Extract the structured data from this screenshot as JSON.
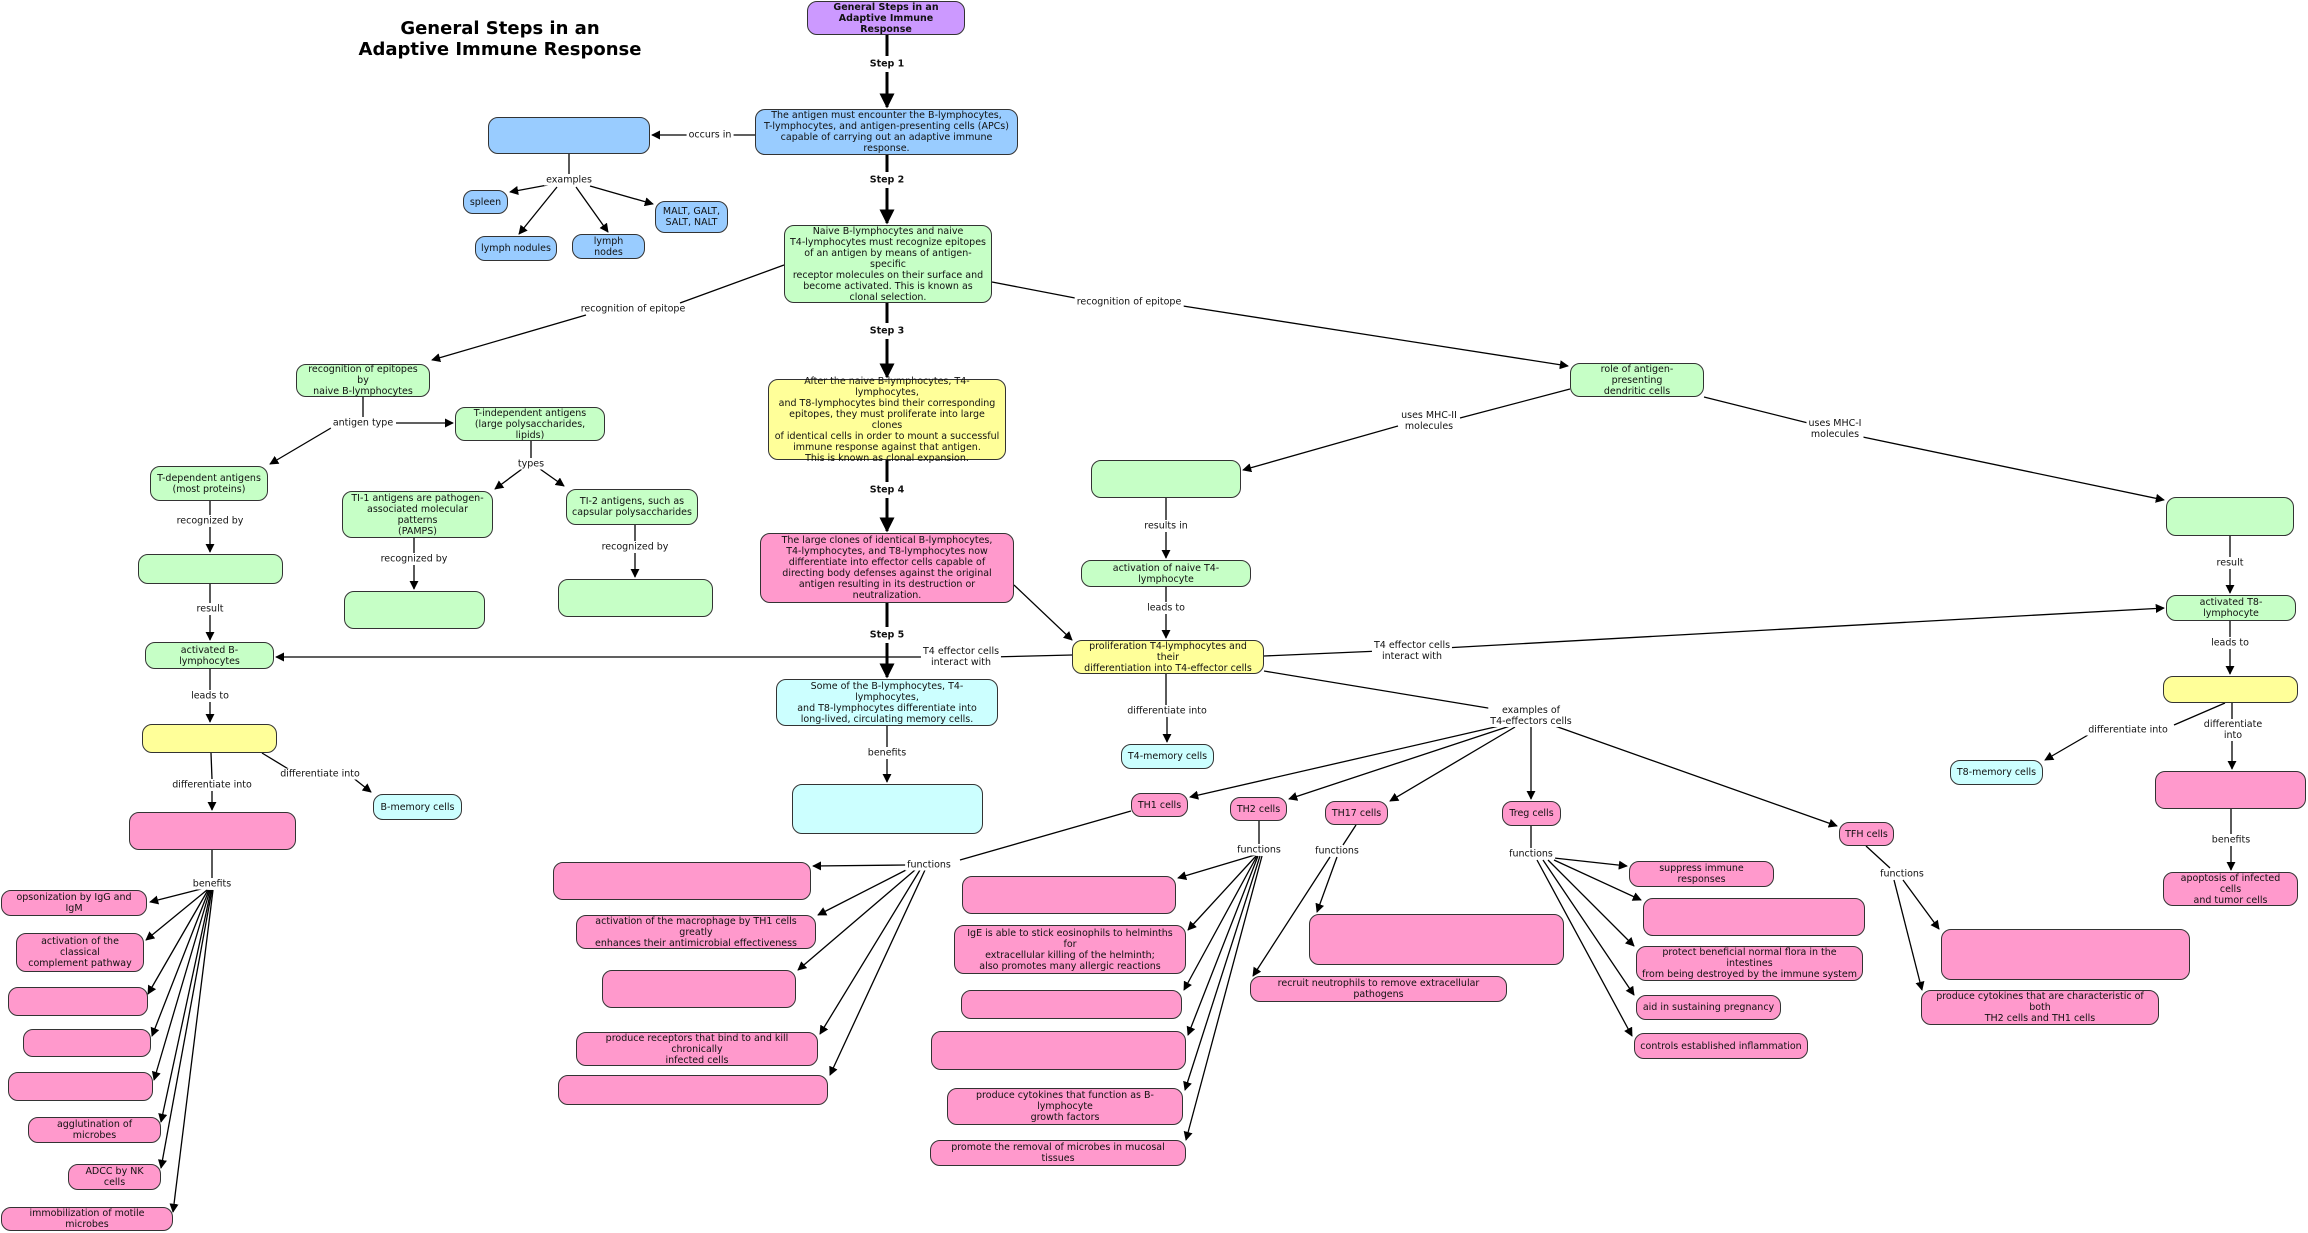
{
  "title": "General Steps in an\nAdaptive Immune Response",
  "colors": {
    "purple": "#cc99ff",
    "blue": "#99ccff",
    "green": "#c6ffc6",
    "yellow": "#ffff99",
    "pink": "#ff99cc",
    "cyan": "#ccffff",
    "line": "#000000"
  },
  "nodes": {
    "root": "General Steps in an\nAdaptive Immune Response",
    "s1": "The antigen must encounter the B-lymphocytes,\nT-lymphocytes, and antigen-presenting cells (APCs)\ncapable of carrying out an adaptive immune response.",
    "loc_blank": "",
    "spleen": "spleen",
    "lymph_nodules": "lymph nodules",
    "lymph_nodes": "lymph nodes",
    "malt": "MALT, GALT,\nSALT, NALT",
    "s2": "Naive B-lymphocytes and naive\nT4-lymphocytes must recognize epitopes\nof an antigen by means of antigen-specific\nreceptor molecules on their surface and\nbecome activated. This is known as\nclonal selection.",
    "s3": "After the naive B-lymphocytes, T4-lymphocytes,\nand T8-lymphocytes bind their corresponding\nepitopes, they must proliferate into large clones\nof identical cells in order to mount a successful\nimmune response against that antigen.\nThis is known as clonal expansion.",
    "s4": "The large clones of identical B-lymphocytes,\nT4-lymphocytes, and T8-lymphocytes now\ndifferentiate into effector cells capable of\ndirecting body defenses against the original\nantigen resulting in its destruction or neutralization.",
    "s5": "Some of the B-lymphocytes, T4-lymphocytes,\nand T8-lymphocytes differentiate into\nlong-lived, circulating memory cells.",
    "s5_blank": "",
    "b_recog": "recognition of epitopes by\nnaive B-lymphocytes",
    "t_indep": "T-independent antigens\n(large polysaccharides, lipids)",
    "t_dep": "T-dependent antigens\n(most proteins)",
    "ti1": "TI-1 antigens are pathogen-\nassociated molecular patterns\n(PAMPS)",
    "ti2": "TI-2 antigens, such as\ncapsular polysaccharides",
    "tdep_blank": "",
    "ti1_blank": "",
    "ti2_blank": "",
    "act_b": "activated B-lymphocytes",
    "b_yellow_blank": "",
    "b_pink_blank": "",
    "b_mem": "B-memory cells",
    "opson": "opsonization by IgG and IgM",
    "complement": "activation of the classical\ncomplement pathway",
    "bben_blank1": "",
    "bben_blank2": "",
    "bben_blank3": "",
    "agglut": "agglutination of microbes",
    "adcc": "ADCC by NK cells",
    "immob": "immobilization of motile microbes",
    "apc": "role of antigen-presenting\ndendritic cells",
    "mhc2_blank": "",
    "act_t4": "activation of naive T4-lymphocyte",
    "prolif": "proliferation T4-lymphocytes and their\ndifferentiation into T4-effector cells",
    "t4mem": "T4-memory cells",
    "mhc1_blank": "",
    "act_t8": "activated T8-lymphocyte",
    "t8_yellow_blank": "",
    "t8mem": "T8-memory cells",
    "t8_pink_blank": "",
    "apoptosis": "apoptosis of infected cells\nand tumor cells",
    "th1": "TH1 cells",
    "th2": "TH2 cells",
    "th17": "TH17 cells",
    "treg": "Treg cells",
    "tfh": "TFH cells",
    "th1_blank1": "",
    "th1_macro": "activation of the macrophage by TH1 cells greatly\nenhances their antimicrobial effectiveness",
    "th1_blank2": "",
    "th1_receptors": "produce receptors that bind to and kill chronically\ninfected cells",
    "th1_blank3": "",
    "th2_blank1": "",
    "th2_ige": "IgE is able to stick eosinophils to helminths for\nextracellular killing of the helminth;\nalso promotes many allergic reactions",
    "th2_blank2": "",
    "th2_blank3": "",
    "th2_cyto": "produce cytokines that function as B-lymphocyte\ngrowth factors",
    "th2_mucosal": "promote the removal of microbes in mucosal tissues",
    "th17_blank": "",
    "th17_neutro": "recruit neutrophils to remove extracellular pathogens",
    "treg_suppress": "suppress immune responses",
    "treg_blank": "",
    "treg_flora": "protect beneficial normal flora in the intestines\nfrom being destroyed by the immune system",
    "treg_preg": "aid in sustaining pregnancy",
    "treg_inflam": "controls established inflammation",
    "tfh_blank": "",
    "tfh_cyto": "produce cytokines that are characteristic of both\nTH2 cells and TH1 cells"
  },
  "labels": {
    "step1": "Step 1",
    "step2": "Step 2",
    "step3": "Step 3",
    "step4": "Step 4",
    "step5": "Step 5",
    "occurs_in": "occurs in",
    "examples": "examples",
    "recog_left": "recognition of epitope",
    "recog_right": "recognition of epitope",
    "antigen_type": "antigen type",
    "types": "types",
    "recognized_by_1": "recognized by",
    "recognized_by_2": "recognized by",
    "recognized_by_3": "recognized by",
    "result_b": "result",
    "leads_to_b": "leads to",
    "diff_into_b1": "differentiate into",
    "diff_into_b2": "differentiate into",
    "benefits_b": "benefits",
    "t4_interact_left": "T4 effector cells\ninteract with",
    "benefits_s5": "benefits",
    "uses_mhc2": "uses MHC-II\nmolecules",
    "uses_mhc1": "uses MHC-I\nmolecules",
    "results_in": "results in",
    "leads_to_t4": "leads to",
    "t4_interact_right": "T4 effector cells\ninteract with",
    "diff_into_t4": "differentiate into",
    "examples_t4": "examples of\nT4-effectors cells",
    "result_t8": "result",
    "leads_to_t8": "leads to",
    "diff_into_t8a": "differentiate into",
    "diff_into_t8b": "differentiate into",
    "benefits_t8": "benefits",
    "functions_th1": "functions",
    "functions_th2": "functions",
    "functions_th17": "functions",
    "functions_treg": "functions",
    "functions_tfh": "functions"
  }
}
